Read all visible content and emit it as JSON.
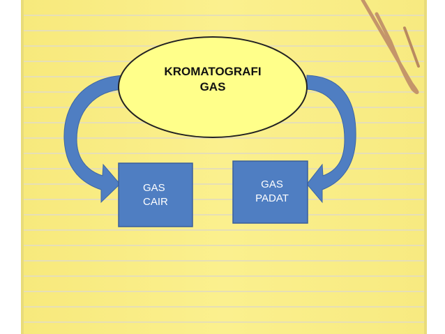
{
  "diagram": {
    "title_node": {
      "line1": "KROMATOGRAFI",
      "line2": "GAS"
    },
    "left_box": {
      "line1": "GAS",
      "line2": "CAIR"
    },
    "right_box": {
      "line1": "GAS",
      "line2": "PADAT"
    }
  },
  "colors": {
    "paper": "#faf08c",
    "paper_lines": "#e8e2b8",
    "oval_fill": "#ffff88",
    "box_fill": "#4f7ec2",
    "box_border": "#3a5f9a",
    "arrow_fill": "#4f7ec2",
    "paperclip": "#c99a6a"
  }
}
